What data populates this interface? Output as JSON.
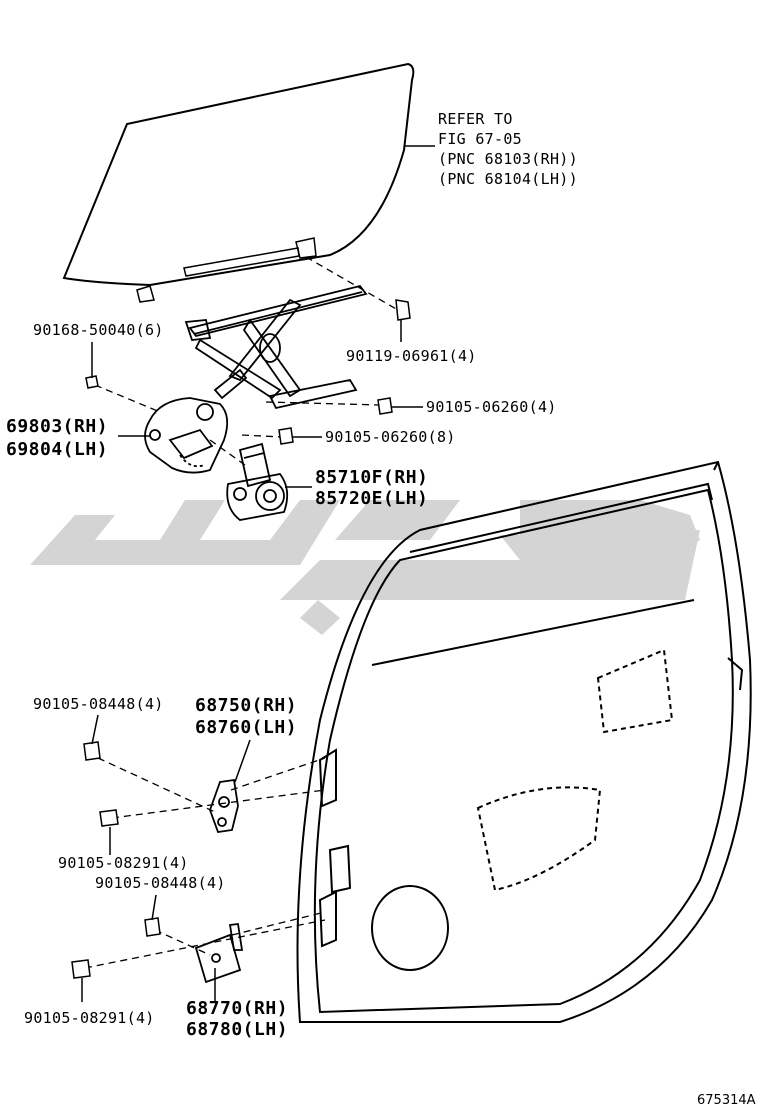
{
  "refer": {
    "line1": "REFER TO",
    "line2": "FIG 67-05",
    "line3": "(PNC 68103(RH))",
    "line4": "(PNC 68104(LH))"
  },
  "parts": {
    "bolt_6": "90168-50040(6)",
    "bolt_90119": "90119-06961(4)",
    "bolt_06260_4": "90105-06260(4)",
    "bolt_06260_8": "90105-06260(8)",
    "regulator_rh": "69803(RH)",
    "regulator_lh": "69804(LH)",
    "motor_rh": "85710F(RH)",
    "motor_lh": "85720E(LH)",
    "bolt_08448_a": "90105-08448(4)",
    "hinge_upper_rh": "68750(RH)",
    "hinge_upper_lh": "68760(LH)",
    "bolt_08291_a": "90105-08291(4)",
    "bolt_08448_b": "90105-08448(4)",
    "bolt_08291_b": "90105-08291(4)",
    "hinge_lower_rh": "68770(RH)",
    "hinge_lower_lh": "68780(LH)"
  },
  "footer": {
    "figure_id": "675314A"
  },
  "colors": {
    "line": "#000000",
    "watermark": "#d3d3d3"
  }
}
